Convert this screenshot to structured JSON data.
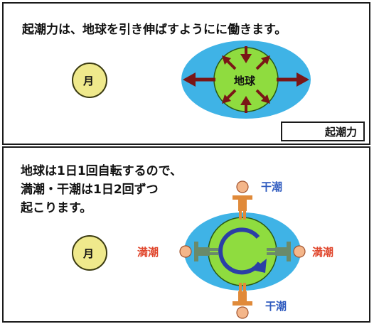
{
  "top_panel": {
    "title": "起潮力は、地球を引き伸ばすようにに働きます。",
    "moon_label": "月",
    "earth_label": "地球",
    "legend_label": "起潮力"
  },
  "bottom_panel": {
    "text_lines": [
      "地球は1日1回自転するので、",
      "満潮・干潮は1日2回ずつ",
      "起こります。"
    ],
    "moon_label": "月",
    "high_tide_label": "満潮",
    "low_tide_label": "干潮"
  },
  "colors": {
    "arrow": "#7a1616",
    "earth_green": "#8fdc3f",
    "ocean_blue": "#3fb3e6",
    "moon_yellow": "#efe98c",
    "high_tide_red": "#e0452b",
    "low_tide_blue": "#2f5bbf",
    "rotation_arrow": "#2b3fa6"
  }
}
